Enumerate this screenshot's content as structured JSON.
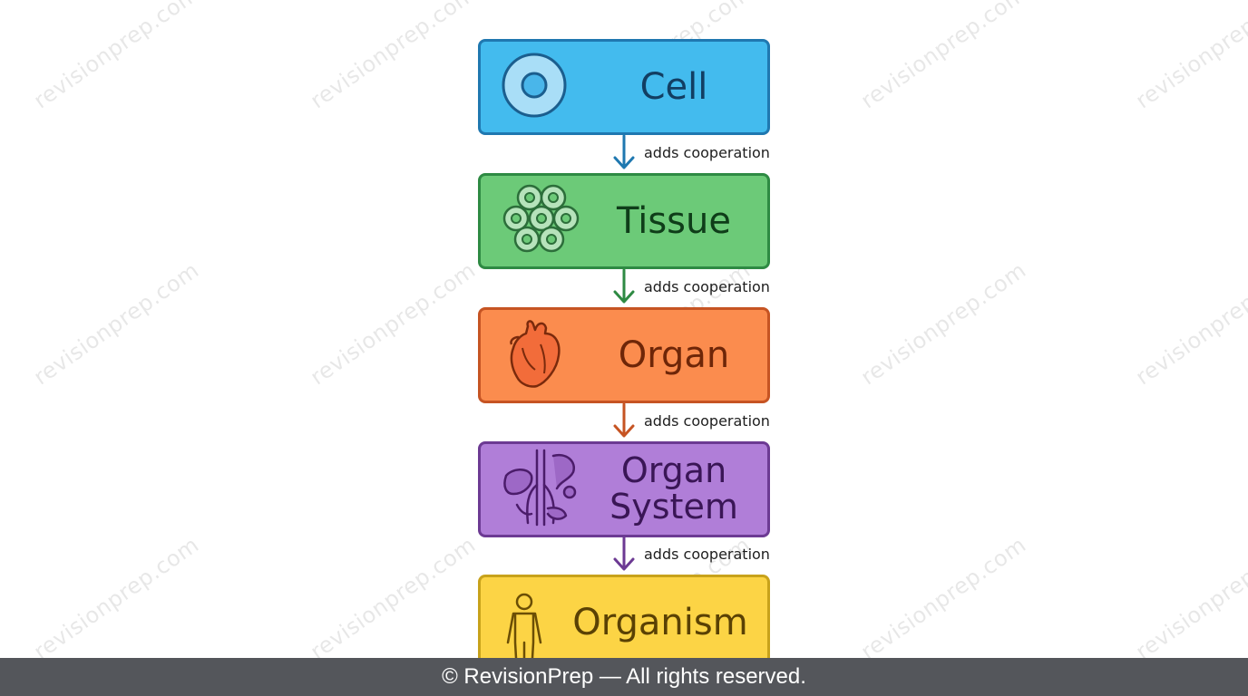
{
  "diagram": {
    "stages": [
      {
        "label": "Cell",
        "icon": "cell-icon",
        "color": "#43bbee",
        "border": "#1f78b0"
      },
      {
        "label": "Tissue",
        "icon": "tissue-icon",
        "color": "#6cca78",
        "border": "#2e8a43"
      },
      {
        "label": "Organ",
        "icon": "heart-icon",
        "color": "#fb8c4e",
        "border": "#c65423"
      },
      {
        "label": "Organ\nSystem",
        "icon": "digestive-system-icon",
        "color": "#b07ed8",
        "border": "#6c3a93"
      },
      {
        "label": "Organism",
        "icon": "human-figure-icon",
        "color": "#fcd445",
        "border": "#c8a21b"
      }
    ],
    "connectors": [
      {
        "label": "adds cooperation",
        "color": "#1f78b0"
      },
      {
        "label": "adds cooperation",
        "color": "#2e8a43"
      },
      {
        "label": "adds cooperation",
        "color": "#c65423"
      },
      {
        "label": "adds cooperation",
        "color": "#6c3a93"
      }
    ]
  },
  "watermark": "revisionprep.com",
  "footer": {
    "text": "© RevisionPrep — All rights reserved."
  }
}
